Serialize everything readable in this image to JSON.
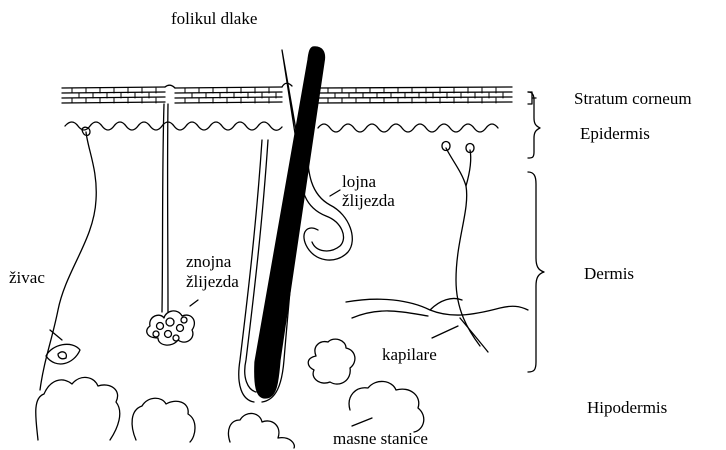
{
  "labels": {
    "hair_follicle": "folikul dlake",
    "stratum_corneum": "Stratum corneum",
    "epidermis": "Epidermis",
    "sebaceous_gland_1": "lojna",
    "sebaceous_gland_2": "žlijezda",
    "dermis": "Dermis",
    "nerve": "živac",
    "sweat_gland_1": "znojna",
    "sweat_gland_2": "žlijezda",
    "capillaries": "kapilare",
    "hypodermis": "Hipodermis",
    "fat_cells": "masne stanice"
  },
  "colors": {
    "ink": "#000000",
    "background": "#ffffff"
  }
}
